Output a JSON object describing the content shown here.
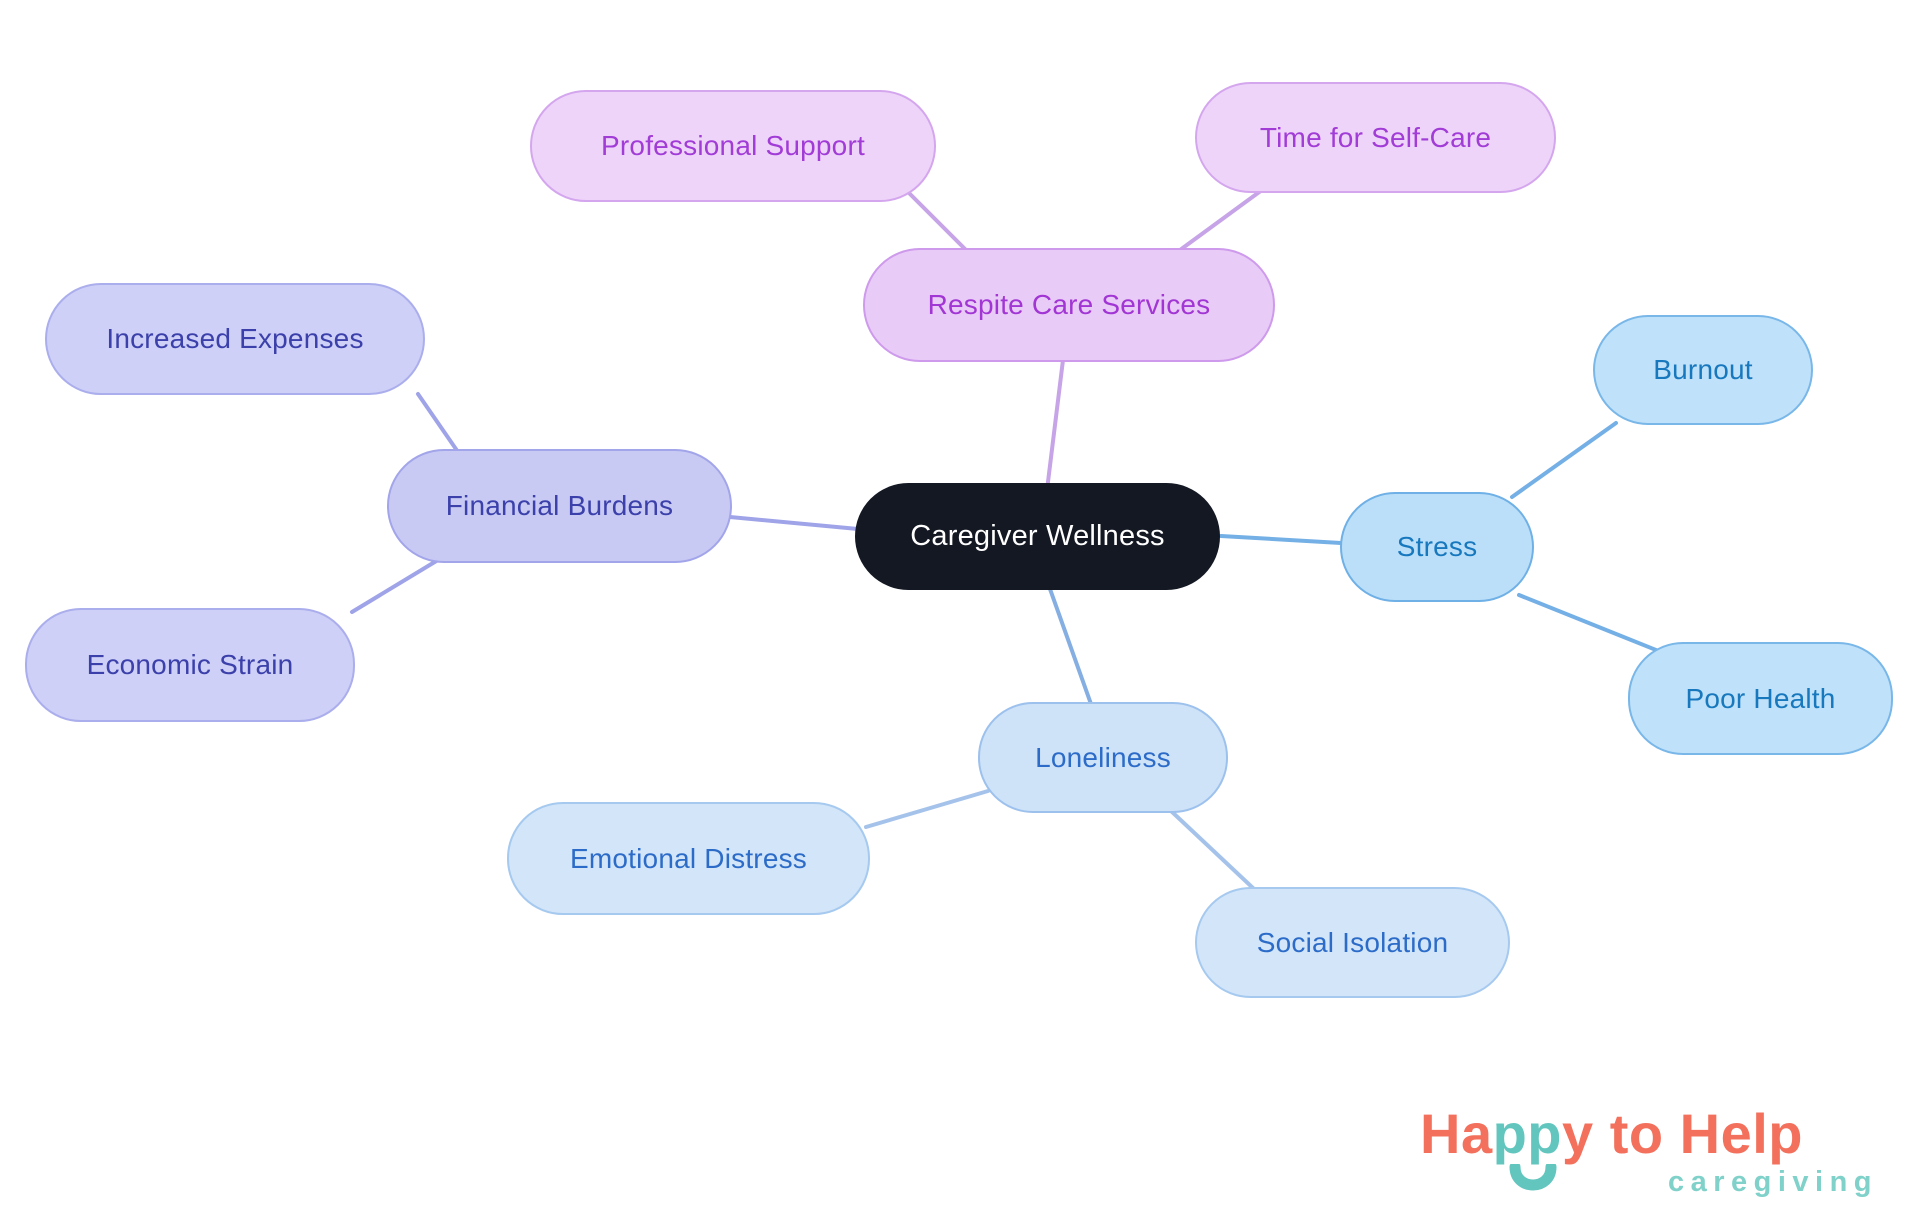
{
  "diagram_type": "mindmap",
  "structure": {
    "root": "Caregiver Wellness",
    "branches": [
      {
        "label": "Respite Care Services",
        "color_family": "purple",
        "children": [
          "Professional Support",
          "Time for Self-Care"
        ]
      },
      {
        "label": "Financial Burdens",
        "color_family": "periwinkle",
        "children": [
          "Increased Expenses",
          "Economic Strain"
        ]
      },
      {
        "label": "Stress",
        "color_family": "blue",
        "children": [
          "Burnout",
          "Poor Health"
        ]
      },
      {
        "label": "Loneliness",
        "color_family": "pale-blue",
        "children": [
          "Emotional Distress",
          "Social Isolation"
        ]
      }
    ]
  },
  "palette": {
    "background": "#ffffff",
    "center_bg": "#131823",
    "center_text": "#ffffff",
    "purple_fill": "#efd4fa",
    "purple_border": "#d4a6ee",
    "purple_text": "#a13cd6",
    "purple_edge": "#c6a4e7",
    "periwinkle_fill": "#ced0f7",
    "periwinkle_border": "#abaeec",
    "periwinkle_text": "#3b40aa",
    "periwinkle_edge": "#9fa3e8",
    "blue_fill": "#bfe1f9",
    "blue_border": "#79b7e9",
    "blue_text": "#1878be",
    "blue_edge": "#74afe5",
    "pale_blue_fill": "#d2e5f9",
    "pale_blue_border": "#a6c9ef",
    "pale_blue_text": "#2c6cc8",
    "pale_blue_edge": "#a5c3ea",
    "logo_coral": "#f2705c",
    "logo_teal": "#62c6be",
    "logo_sub_teal": "#7fd1c9"
  },
  "logo": {
    "title_part1": "Ha",
    "title_part2": "pp",
    "title_part3": "y to Help",
    "subtitle": "caregiving",
    "smile_icon": "smile-arc"
  }
}
